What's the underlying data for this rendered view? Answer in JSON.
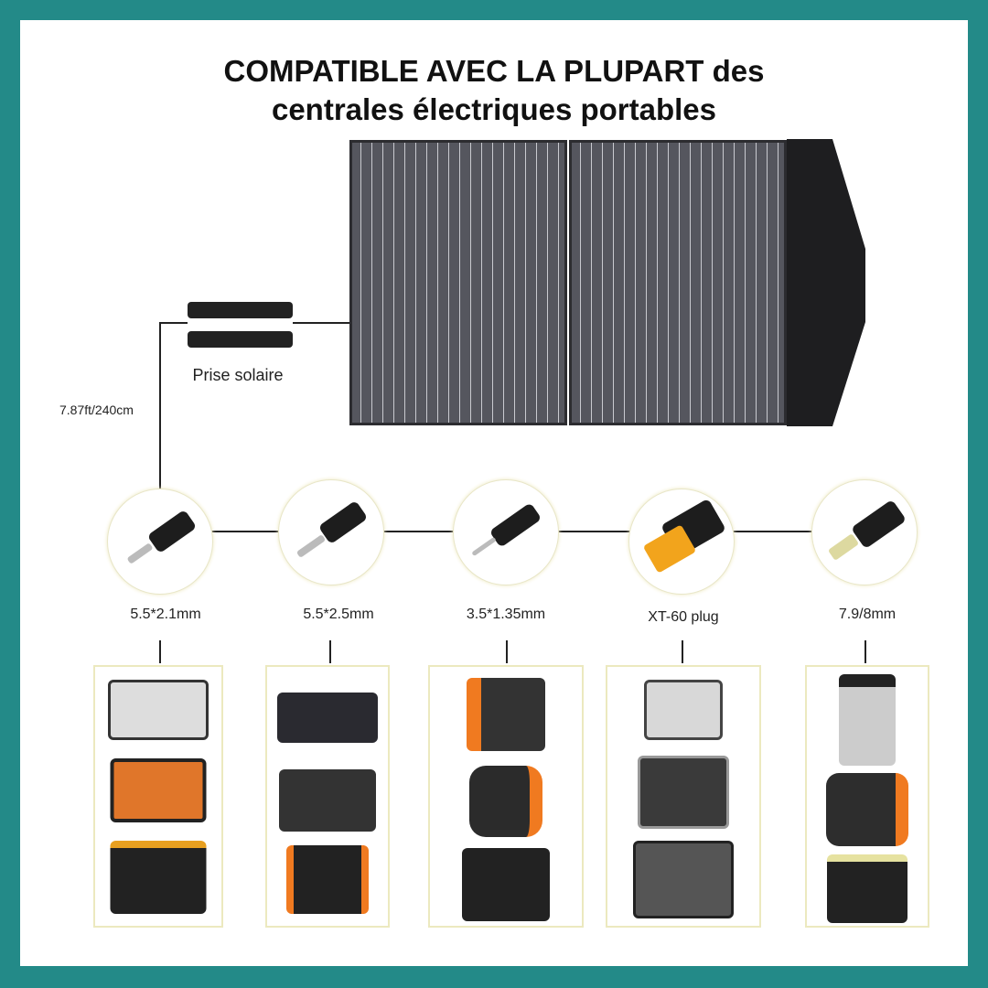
{
  "title": {
    "line1": "COMPATIBLE AVEC LA PLUPART des",
    "line2": "centrales électriques portables"
  },
  "connector_label": "Prise solaire",
  "cable_length": "7.87ft/240cm",
  "plugs": [
    {
      "label": "5.5*2.1mm"
    },
    {
      "label": "5.5*2.5mm"
    },
    {
      "label": "3.5*1.35mm"
    },
    {
      "label": "XT-60 plug"
    },
    {
      "label": "7.9/8mm"
    }
  ],
  "colors": {
    "frame": "#238a88",
    "accent": "#f07a20",
    "xt60": "#f2a41c"
  }
}
